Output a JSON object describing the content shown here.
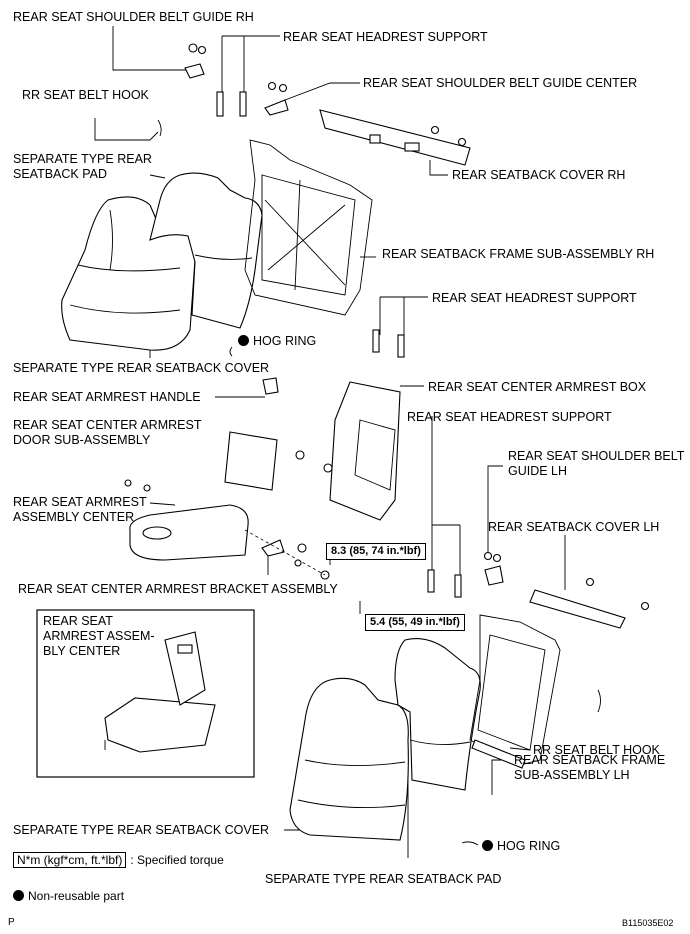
{
  "labels": {
    "shoulder_guide_rh": "REAR SEAT SHOULDER BELT GUIDE RH",
    "headrest_support_1": "REAR SEAT HEADREST SUPPORT",
    "shoulder_guide_center": "REAR SEAT SHOULDER BELT GUIDE CENTER",
    "rr_hook_1": "RR SEAT BELT HOOK",
    "pad_1": "SEPARATE TYPE REAR SEATBACK PAD",
    "cover_rh": "REAR SEATBACK COVER RH",
    "frame_rh": "REAR SEATBACK FRAME SUB-ASSEMBLY RH",
    "headrest_support_2": "REAR SEAT HEADREST SUPPORT",
    "hog_ring_1": "HOG RING",
    "seatback_cover_1": "SEPARATE TYPE REAR SEATBACK COVER",
    "armrest_handle": "REAR SEAT ARMREST HANDLE",
    "armrest_box": "REAR SEAT CENTER ARMREST BOX",
    "headrest_support_3": "REAR SEAT HEADREST SUPPORT",
    "armrest_door": "REAR SEAT CENTER ARMREST DOOR SUB-ASSEMBLY",
    "shoulder_guide_lh": "REAR SEAT SHOULDER BELT GUIDE LH",
    "armrest_center": "REAR SEAT ARMREST ASSEMBLY CENTER",
    "cover_lh": "REAR SEATBACK COVER LH",
    "armrest_bracket": "REAR SEAT CENTER ARMREST BRACKET ASSEMBLY",
    "inset_armrest": "REAR SEAT ARMREST ASSEM-BLY CENTER",
    "rr_hook_2": "RR SEAT BELT HOOK",
    "frame_lh": "REAR SEATBACK FRAME SUB-ASSEMBLY LH",
    "seatback_cover_2": "SEPARATE TYPE REAR SEATBACK COVER",
    "hog_ring_2": "HOG RING",
    "pad_2": "SEPARATE TYPE REAR SEATBACK PAD"
  },
  "torques": {
    "t1": "8.3 (85, 74 in.*lbf)",
    "t2": "5.4 (55, 49 in.*lbf)"
  },
  "legend": {
    "torque_unit": "N*m (kgf*cm, ft.*lbf)",
    "torque_desc": ": Specified torque",
    "nonreusable": "Non-reusable part"
  },
  "footer": {
    "left": "P",
    "code": "B115035E02"
  }
}
